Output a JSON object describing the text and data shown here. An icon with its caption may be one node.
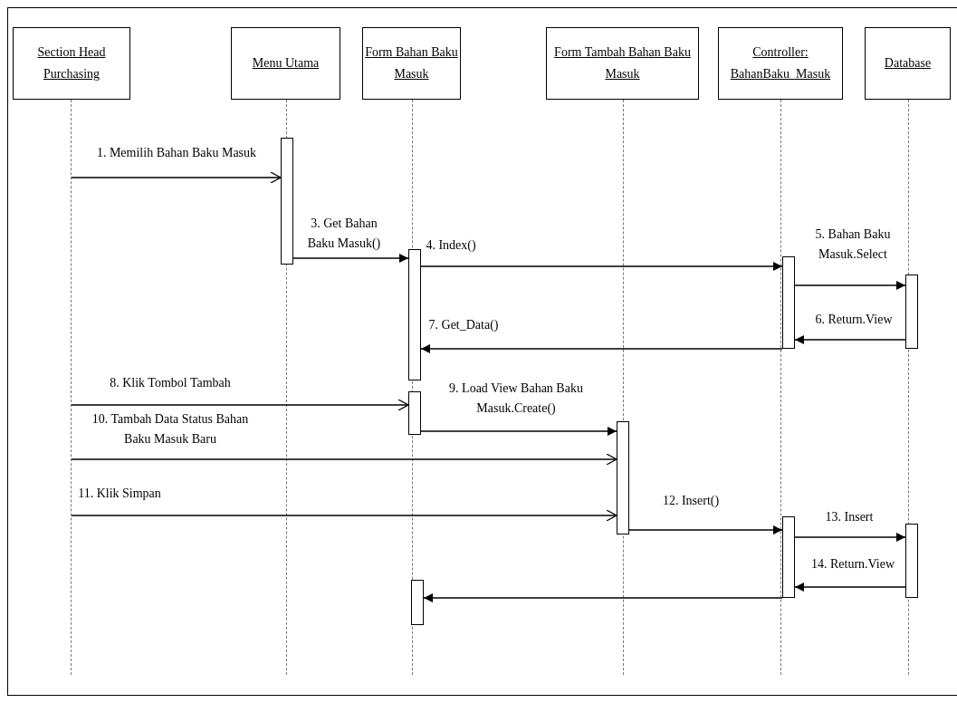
{
  "diagram": {
    "nodes": [
      {
        "text": [
          "Section Head Purchasing"
        ]
      },
      {
        "text": [
          "Menu Utama"
        ]
      },
      {
        "text": [
          "Form Bahan Baku Masuk"
        ]
      },
      {
        "text": [
          "Form Tambah Bahan Baku Masuk"
        ]
      },
      {
        "text": [
          "Controller: BahanBaku_Masuk"
        ]
      },
      {
        "text": [
          "Database"
        ]
      },
      {
        "text": [],
        "shape": "bar"
      },
      {
        "text": [],
        "shape": "bar"
      },
      {
        "text": [],
        "shape": "bar"
      },
      {
        "text": [],
        "shape": "bar"
      },
      {
        "text": [],
        "shape": "bar"
      },
      {
        "text": [],
        "shape": "bar"
      },
      {
        "text": [],
        "shape": "bar"
      },
      {
        "text": [],
        "shape": "bar"
      },
      {
        "text": [],
        "shape": "bar"
      },
      {
        "text": [],
        "shape": "line"
      }
    ],
    "edges": [
      {
        "from": 15,
        "to": 6,
        "arrow": "to",
        "label": "1. Memilih Bahan Baku Masuk"
      },
      {
        "from": 6,
        "to": 7,
        "arrow": "to",
        "label": "3. Get Bahan Baku Masuk()"
      },
      {
        "from": 7,
        "to": 8,
        "arrow": "to",
        "label": "4. Index()"
      },
      {
        "from": 8,
        "to": 9,
        "arrow": "to",
        "label": "5. Bahan Baku Masuk.Select"
      },
      {
        "from": 9,
        "to": 8,
        "arrow": "to",
        "label": "6. Return.View"
      },
      {
        "from": 8,
        "to": 7,
        "arrow": "to",
        "label": "7. Get_Data()"
      },
      {
        "from": 15,
        "to": 10,
        "arrow": "to",
        "label": "8. Klik Tombol Tambah"
      },
      {
        "from": 10,
        "to": 11,
        "arrow": "to",
        "label": "9. Load View Bahan Baku Masuk.Create()"
      },
      {
        "from": 15,
        "to": 11,
        "arrow": "to",
        "label": "10. Tambah Data Status Bahan Baku Masuk Baru"
      },
      {
        "from": 15,
        "to": 11,
        "arrow": "to",
        "label": "11. Klik Simpan"
      },
      {
        "from": 11,
        "to": 12,
        "arrow": "to",
        "label": "12. Insert()"
      },
      {
        "from": 12,
        "to": 13,
        "arrow": "to",
        "label": "13. Insert"
      },
      {
        "from": 13,
        "to": 12,
        "arrow": "to",
        "label": "14. Return.View"
      },
      {
        "from": 12,
        "to": 14,
        "arrow": "to"
      }
    ]
  }
}
